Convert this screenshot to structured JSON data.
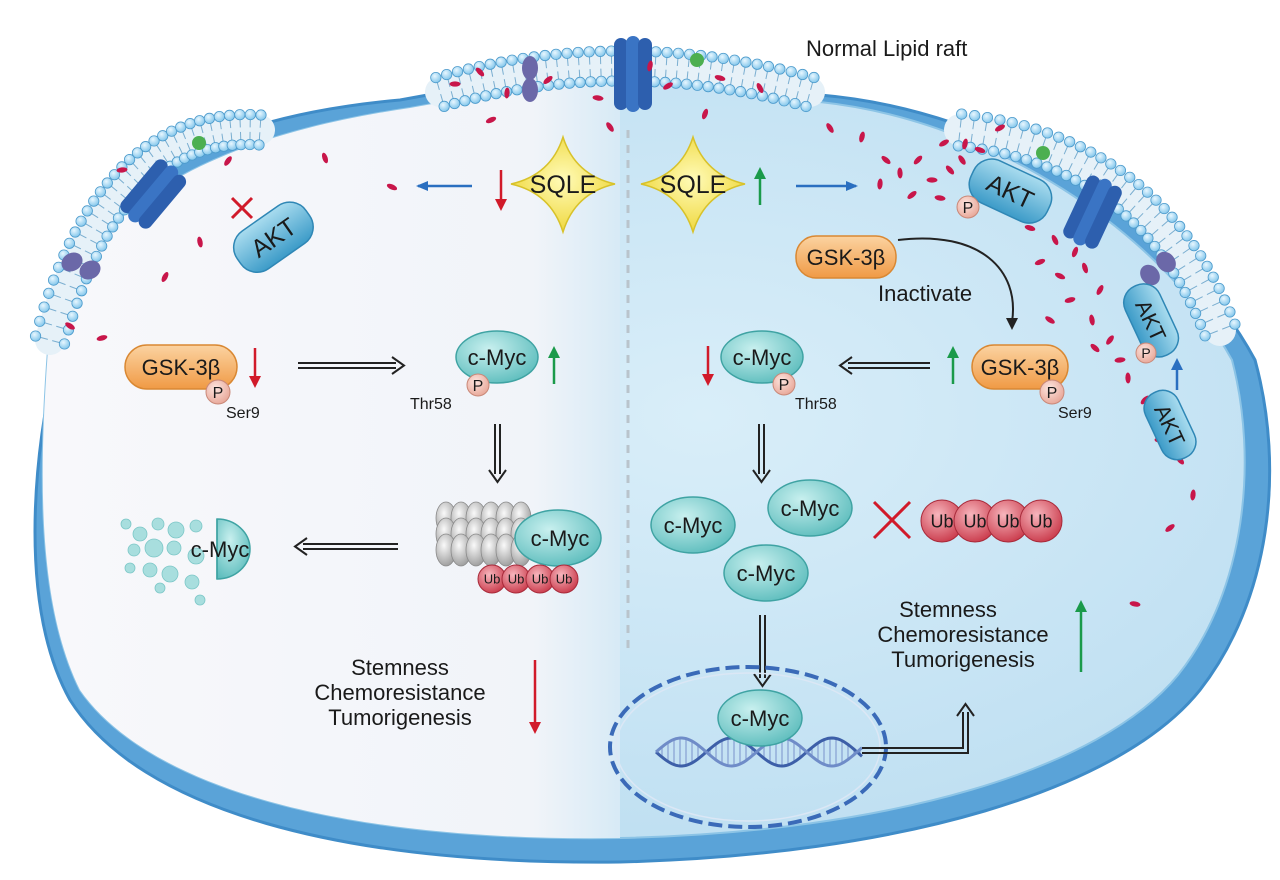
{
  "header": {
    "normal_raft": "Normal Lipid raft"
  },
  "left": {
    "sqle": "SQLE",
    "akt": "AKT",
    "gsk": "GSK-3β",
    "gsk_p": "P",
    "gsk_site": "Ser9",
    "cmyc": "c-Myc",
    "cmyc_p": "P",
    "cmyc_site": "Thr58",
    "proteasome_cmyc": "c-Myc",
    "ub": "Ub",
    "degraded_cmyc": "c-Myc",
    "outcomes": [
      "Stemness",
      "Chemoresistance",
      "Tumorigenesis"
    ]
  },
  "right": {
    "sqle": "SQLE",
    "akt_top": "AKT",
    "akt_top_p": "P",
    "akt_mid": "AKT",
    "akt_mid_p": "P",
    "akt_low": "AKT",
    "gsk": "GSK-3β",
    "inactivate": "Inactivate",
    "gsk_p_label": "GSK-3β",
    "gsk_p": "P",
    "gsk_site": "Ser9",
    "cmyc": "c-Myc",
    "cmyc_p": "P",
    "cmyc_site": "Thr58",
    "free_cmyc": [
      "c-Myc",
      "c-Myc",
      "c-Myc"
    ],
    "ub": "Ub",
    "nucleus_cmyc": "c-Myc",
    "outcomes": [
      "Stemness",
      "Chemoresistance",
      "Tumorigenesis"
    ]
  },
  "colors": {
    "cell_fill": "#cde6f5",
    "cell_edge": "#3f8cc8",
    "left_bg": "#f6f7fb",
    "cmyc": "#7fcfcf",
    "gsk": "#f6b26b",
    "akt": "#5fb3d6",
    "sqle": "#f5e85a",
    "ub": "#d84a5a",
    "up": "#1a9a4a",
    "down": "#d11a2a",
    "blue_arrow": "#2a6fc0"
  }
}
